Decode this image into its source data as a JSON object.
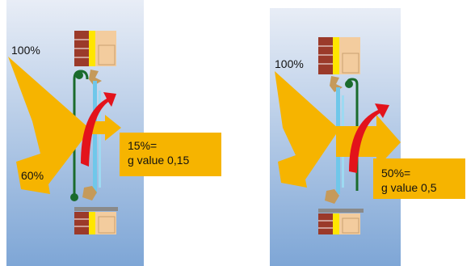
{
  "colors": {
    "panel_top": "#e8edf6",
    "panel_bottom": "#7ea6d6",
    "arrow_yellow": "#f6b400",
    "arrow_red": "#e3131b",
    "glass": "#6fc7ea",
    "frame_green": "#1a6b2c",
    "brick": "#9b3a2a",
    "wall_beige": "#f3cc9e",
    "insulation_yellow": "#ffe600",
    "seal_tan": "#c59a5a",
    "sill_grey": "#8a8a8a"
  },
  "left": {
    "incident_label": "100%",
    "reflected_label": "60%",
    "result_line1": "15%=",
    "result_line2": "g value 0,15"
  },
  "right": {
    "incident_label": "100%",
    "result_line1": "50%=",
    "result_line2": "g value 0,5"
  }
}
